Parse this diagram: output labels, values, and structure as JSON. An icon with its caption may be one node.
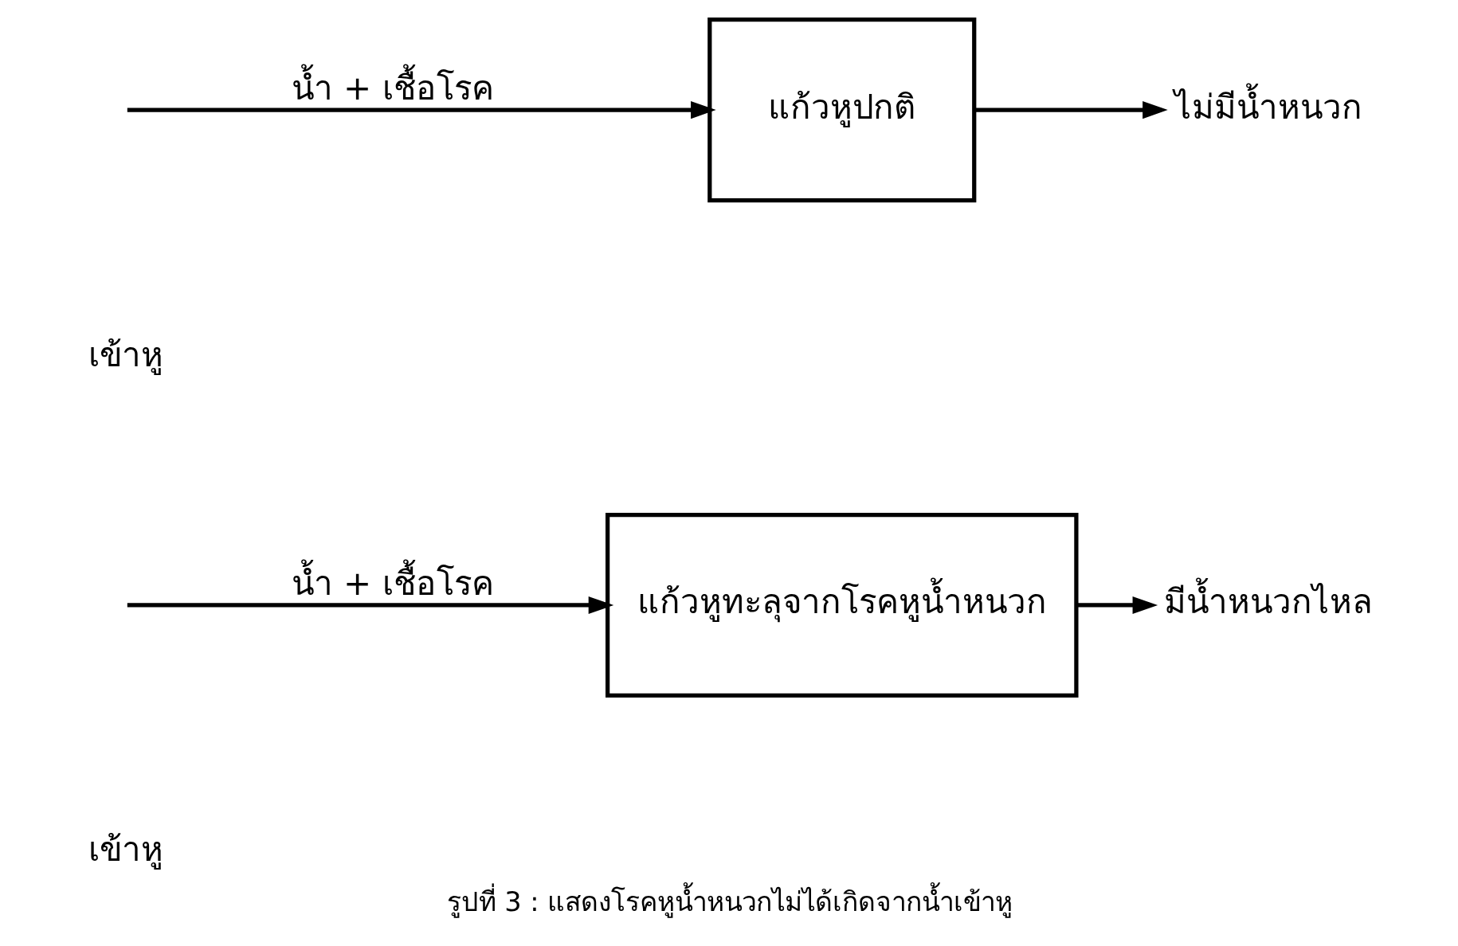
{
  "diagram": {
    "caption": "รูปที่ 3 : แสดงโรคหูน้ำหนวกไม่ได้เกิดจากน้ำเข้าหู",
    "nodes": [
      {
        "text": [
          "แก้วหูปกติ"
        ]
      },
      {
        "text": [
          "ไม่มีน้ำหนวก"
        ]
      },
      {
        "text": [
          "แก้วหูทะลุจากโรคหูน้ำหนวก"
        ]
      },
      {
        "text": [
          "มีน้ำหนวกไหล"
        ]
      }
    ],
    "edges": [
      {
        "from": null,
        "to": 0,
        "arrow": "to",
        "label": "น้ำ + เชื้อโรค"
      },
      {
        "from": 0,
        "to": 1,
        "arrow": "to"
      },
      {
        "from": null,
        "to": 2,
        "arrow": "to",
        "label": "น้ำ + เชื้อโรค"
      },
      {
        "from": 2,
        "to": 3,
        "arrow": "to"
      }
    ],
    "labels": [
      "เข้าหู",
      "เข้าหู"
    ]
  }
}
